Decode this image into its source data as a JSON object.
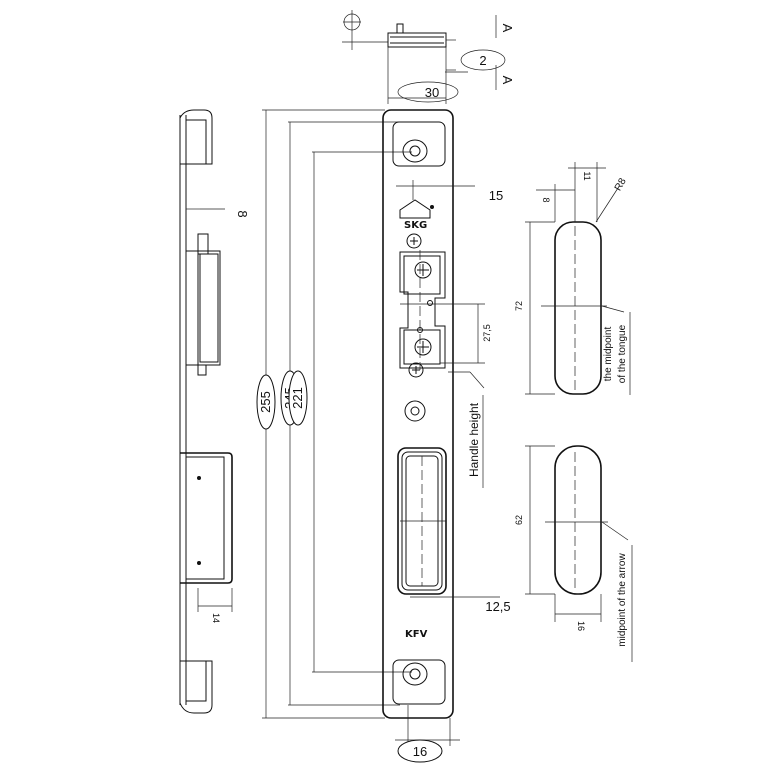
{
  "dimensions": {
    "len_255": "255",
    "len_245": "245",
    "len_221": "221",
    "width_30": "30",
    "width_16": "16",
    "dim_2": "2",
    "offset_15": "15",
    "offset_12_5": "12,5",
    "depth_8": "8",
    "width_14": "14",
    "tongue_72": "72",
    "arrow_62": "62",
    "arrow_16": "16",
    "tongue_8": "8",
    "tongue_11": "11",
    "radius_r8": "R8",
    "lock_27_5": "27,5"
  },
  "section_marks": {
    "top": "A",
    "bottom": "A"
  },
  "labels": {
    "handle_height": "Handle height",
    "tongue_line1": "the midpoint",
    "tongue_line2": "of the tongue",
    "arrow_note": "midpoint of the arrow"
  },
  "markings": {
    "brand": "SKG",
    "code": "KFV"
  }
}
